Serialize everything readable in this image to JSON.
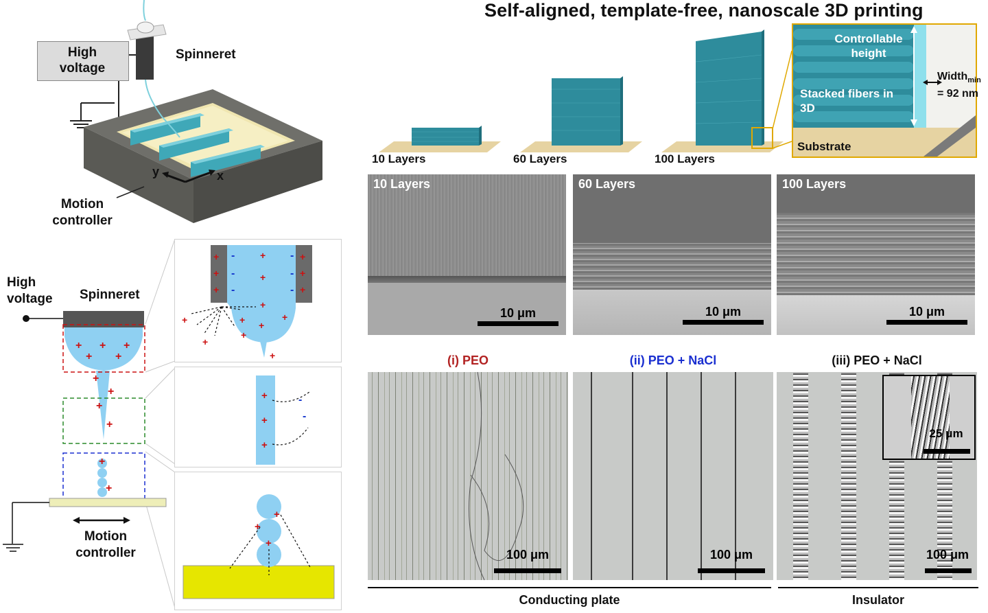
{
  "title": "Self-aligned, template-free, nanoscale 3D printing",
  "setup": {
    "hv_line1": "High",
    "hv_line2": "voltage",
    "spinneret": "Spinneret",
    "axis_x": "x",
    "axis_y": "y",
    "motion_line1": "Motion",
    "motion_line2": "controller"
  },
  "schematic": {
    "hv_line1": "High",
    "hv_line2": "voltage",
    "spinneret": "Spinneret",
    "motion_line1": "Motion",
    "motion_line2": "controller"
  },
  "render": {
    "labels": [
      "10 Layers",
      "60 Layers",
      "100 Layers"
    ],
    "inset_height_line1": "Controllable",
    "inset_height_line2": "height",
    "inset_stacked_line1": "Stacked fibers in",
    "inset_stacked_line2": "3D",
    "inset_width": "Width",
    "inset_width_sub": "min",
    "inset_width_value": "= 92 nm",
    "inset_substrate": "Substrate"
  },
  "sem": {
    "labels": [
      "10 Layers",
      "60 Layers",
      "100 Layers"
    ],
    "scale": "10 μm"
  },
  "optical": {
    "captions": [
      "(i) PEO",
      "(ii) PEO + NaCl",
      "(iii) PEO + NaCl"
    ],
    "caption_colors": [
      "#b22222",
      "#1a2fd0",
      "#111111"
    ],
    "scale": "100 μm",
    "inset_scale": "25 μm",
    "footer_left": "Conducting plate",
    "footer_right": "Insulator"
  },
  "colors": {
    "fiber_blue": "#3a9aa8",
    "drop_blue": "#7fc6ec",
    "substrate": "#e8d7a8",
    "plate_yellow": "#e6e600",
    "charge_red": "#cc1111",
    "charge_blue": "#1133cc"
  }
}
